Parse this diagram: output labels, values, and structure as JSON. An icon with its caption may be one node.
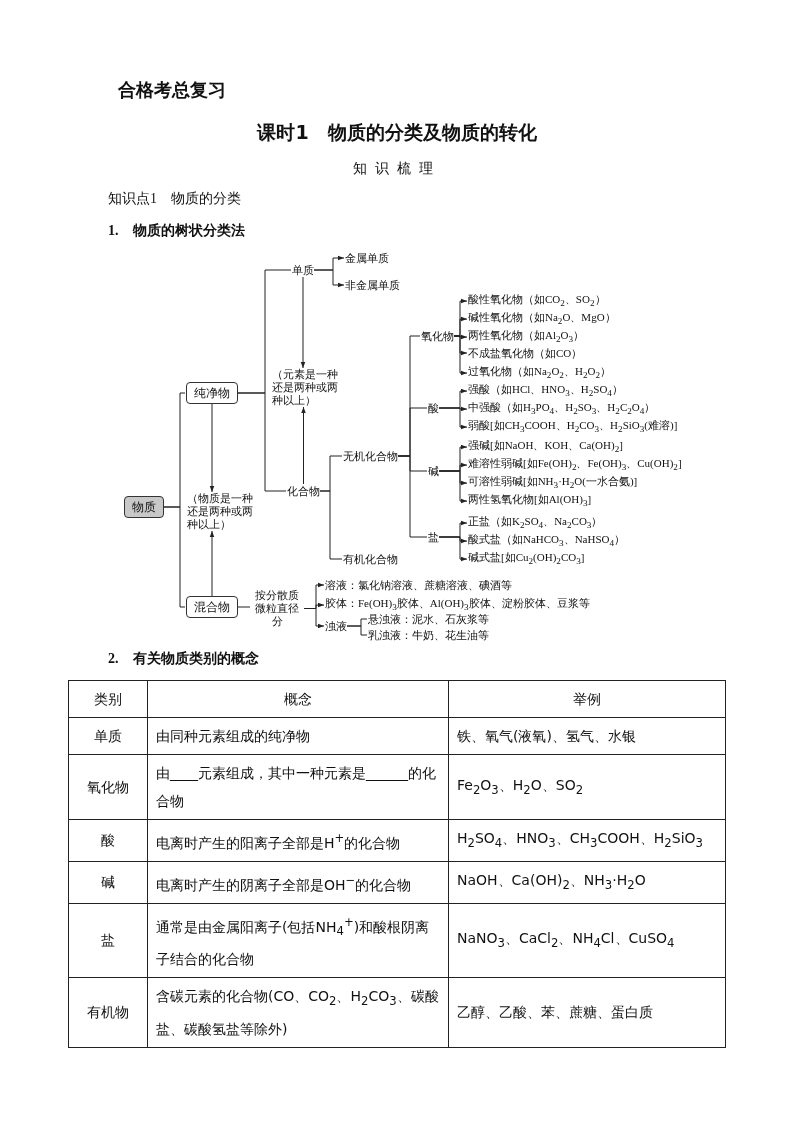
{
  "diagram": {
    "title": "课时1　物质的分类及物质的转化",
    "nodes": [
      {
        "text": [
          "物质"
        ]
      },
      {
        "text": [
          "纯净物"
        ]
      },
      {
        "text": [
          "混合物"
        ]
      },
      {
        "text": [
          "单质"
        ]
      },
      {
        "text": [
          "化合物"
        ]
      },
      {
        "text": [
          "金属单质"
        ]
      },
      {
        "text": [
          "非金属单质"
        ]
      },
      {
        "text": [
          "（元素是一种还是两种或两种以上）"
        ]
      },
      {
        "text": [
          "（物质是一种还是两种或两种以上）"
        ]
      },
      {
        "text": [
          "无机化合物"
        ]
      },
      {
        "text": [
          "有机化合物"
        ]
      },
      {
        "text": [
          "氧化物"
        ]
      },
      {
        "text": [
          "酸"
        ]
      },
      {
        "text": [
          "碱"
        ]
      },
      {
        "text": [
          "盐"
        ]
      },
      {
        "text": [
          "酸性氧化物（如CO$_{2}$、SO$_{2}$）"
        ]
      },
      {
        "text": [
          "碱性氧化物（如Na$_{2}$O、MgO）"
        ]
      },
      {
        "text": [
          "两性氧化物（如Al$_{2}$O$_{3}$）"
        ]
      },
      {
        "text": [
          "不成盐氧化物（如CO）"
        ]
      },
      {
        "text": [
          "过氧化物（如Na$_{2}$O$_{2}$、H$_{2}$O$_{2}$）"
        ]
      },
      {
        "text": [
          "强酸（如HCl、HNO$_{3}$、H$_{2}$SO$_{4}$）"
        ]
      },
      {
        "text": [
          "中强酸（如H$_{3}$PO$_{4}$、H$_{2}$SO$_{3}$、H$_{2}$C$_{2}$O$_{4}$）"
        ]
      },
      {
        "text": [
          "弱酸[如CH$_{3}$COOH、H$_{2}$CO$_{3}$、H$_{2}$SiO$_{3}$(难溶)]"
        ]
      },
      {
        "text": [
          "强碱[如NaOH、KOH、Ca(OH)$_{2}$]"
        ]
      },
      {
        "text": [
          "难溶性弱碱[如Fe(OH)$_{2}$、Fe(OH)$_{3}$、Cu(OH)$_{2}$]"
        ]
      },
      {
        "text": [
          "可溶性弱碱[如NH$_{3}$·H$_{2}$O(一水合氨)]"
        ]
      },
      {
        "text": [
          "两性氢氧化物[如Al(OH)$_{3}$]"
        ]
      },
      {
        "text": [
          "正盐（如K$_{2}$SO$_{4}$、Na$_{2}$CO$_{3}$）"
        ]
      },
      {
        "text": [
          "酸式盐（如NaHCO$_{3}$、NaHSO$_{4}$）"
        ]
      },
      {
        "text": [
          "碱式盐[如Cu$_{2}$(OH)$_{2}$CO$_{3}$]"
        ]
      },
      {
        "text": [
          "按分散质微粒直径分"
        ]
      },
      {
        "text": [
          "溶液：氯化钠溶液、蔗糖溶液、碘酒等"
        ]
      },
      {
        "text": [
          "胶体：Fe(OH)$_{3}$胶体、Al(OH)$_{3}$胶体、淀粉胶体、豆浆等"
        ]
      },
      {
        "text": [
          "浊液"
        ]
      },
      {
        "text": [
          "悬浊液：泥水、石灰浆等"
        ]
      },
      {
        "text": [
          "乳浊液：牛奶、花生油等"
        ]
      }
    ],
    "edges": [
      {
        "from": 0,
        "to": 1,
        "arrow": "none"
      },
      {
        "from": 0,
        "to": 2,
        "arrow": "none"
      },
      {
        "from": 1,
        "to": 3,
        "arrow": "none"
      },
      {
        "from": 1,
        "to": 4,
        "arrow": "none"
      },
      {
        "from": 3,
        "to": 5,
        "arrow": "to"
      },
      {
        "from": 3,
        "to": 6,
        "arrow": "to"
      },
      {
        "from": 3,
        "to": 7,
        "arrow": "to"
      },
      {
        "from": 4,
        "to": 7,
        "arrow": "to"
      },
      {
        "from": 1,
        "to": 8,
        "arrow": "to"
      },
      {
        "from": 2,
        "to": 8,
        "arrow": "to"
      },
      {
        "from": 4,
        "to": 9,
        "arrow": "none"
      },
      {
        "from": 4,
        "to": 10,
        "arrow": "none"
      },
      {
        "from": 9,
        "to": 11,
        "arrow": "none"
      },
      {
        "from": 9,
        "to": 12,
        "arrow": "none"
      },
      {
        "from": 9,
        "to": 13,
        "arrow": "none"
      },
      {
        "from": 9,
        "to": 14,
        "arrow": "none"
      },
      {
        "from": 11,
        "to": 15,
        "arrow": "to"
      },
      {
        "from": 11,
        "to": 16,
        "arrow": "to"
      },
      {
        "from": 11,
        "to": 17,
        "arrow": "to"
      },
      {
        "from": 11,
        "to": 18,
        "arrow": "to"
      },
      {
        "from": 11,
        "to": 19,
        "arrow": "to"
      },
      {
        "from": 12,
        "to": 20,
        "arrow": "to"
      },
      {
        "from": 12,
        "to": 21,
        "arrow": "to"
      },
      {
        "from": 12,
        "to": 22,
        "arrow": "to"
      },
      {
        "from": 13,
        "to": 23,
        "arrow": "to"
      },
      {
        "from": 13,
        "to": 24,
        "arrow": "to"
      },
      {
        "from": 13,
        "to": 25,
        "arrow": "to"
      },
      {
        "from": 13,
        "to": 26,
        "arrow": "to"
      },
      {
        "from": 14,
        "to": 27,
        "arrow": "to"
      },
      {
        "from": 14,
        "to": 28,
        "arrow": "to"
      },
      {
        "from": 14,
        "to": 29,
        "arrow": "to"
      },
      {
        "from": 2,
        "to": 30,
        "arrow": "none"
      },
      {
        "from": 30,
        "to": 31,
        "arrow": "to"
      },
      {
        "from": 30,
        "to": 32,
        "arrow": "to"
      },
      {
        "from": 30,
        "to": 33,
        "arrow": "to"
      },
      {
        "from": 33,
        "to": 34,
        "arrow": "none"
      },
      {
        "from": 33,
        "to": 35,
        "arrow": "none"
      }
    ],
    "labels": [
      "合格考总复习",
      "知识梳理",
      "知识点1　物质的分类",
      "1.　物质的树状分类法",
      "2.　有关物质类别的概念",
      "类别",
      "概念",
      "举例",
      "单质",
      "由同种元素组成的纯净物",
      "铁、氧气(液氧)、氢气、水银",
      "氧化物",
      "由____元素组成，其中一种元素是______的化合物",
      "Fe$_{2}$O$_{3}$、H$_{2}$O、SO$_{2}$",
      "酸",
      "电离时产生的阳离子全部是H$^{+}$的化合物",
      "H$_{2}$SO$_{4}$、HNO$_{3}$、CH$_{3}$COOH、H$_{2}$SiO$_{3}$",
      "碱",
      "电离时产生的阴离子全部是OH$^{−}$的化合物",
      "NaOH、Ca(OH)$_{2}$、NH$_{3}$·H$_{2}$O",
      "盐",
      "通常是由金属阳离子(包括NH$_{4}$$^{+}$)和酸根阴离子结合的化合物",
      "NaNO$_{3}$、CaCl$_{2}$、NH$_{4}$Cl、CuSO$_{4}$",
      "有机物",
      "含碳元素的化合物(CO、CO$_{2}$、H$_{2}$CO$_{3}$、碳酸盐、碳酸氢盐等除外)",
      "乙醇、乙酸、苯、蔗糖、蛋白质"
    ]
  }
}
